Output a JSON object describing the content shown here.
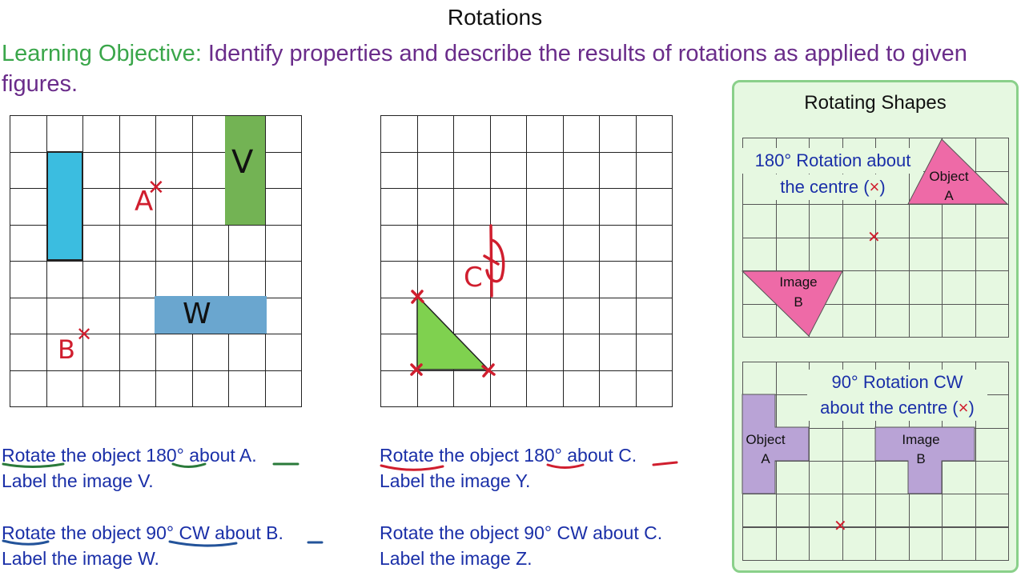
{
  "page": {
    "title": "Rotations",
    "objective_label": "Learning Objective:",
    "objective_text": " Identify properties and describe the results of rotations as applied to given figures."
  },
  "left_grid": {
    "point_a": "A",
    "point_b": "B",
    "image_v_label": "V",
    "image_w_label": "W",
    "colors": {
      "blue_rect": "#3bbde0",
      "green_rect": "#73b354",
      "steel_rect": "#6aa6cf"
    }
  },
  "middle_grid": {
    "point_c": "C",
    "colors": {
      "triangle": "#7fd14f",
      "annotation": "#d01e2e"
    }
  },
  "instructions": {
    "q1_line1": "Rotate the object 180° about A.",
    "q1_line2": "Label the image V.",
    "q2_line1": "Rotate the object 90° CW about B.",
    "q2_line2": "Label the image W.",
    "q3_line1": "Rotate the object 180° about C.",
    "q3_line2": "Label the image Y.",
    "q4_line1": "Rotate the object 90° CW about C.",
    "q4_line2": "Label the image Z."
  },
  "panel": {
    "title": "Rotating Shapes",
    "example1": {
      "line1": "180° Rotation about",
      "line2": "the centre (",
      "mark": "×",
      "line2_end": ")",
      "object_label_1": "Object",
      "object_label_2": "A",
      "image_label_1": "Image",
      "image_label_2": "B",
      "color": "#ee6aa7"
    },
    "example2": {
      "line1": "90° Rotation CW",
      "line2": "about the centre (",
      "mark": "×",
      "line2_end": ")",
      "object_label_1": "Object",
      "object_label_2": "A",
      "image_label_1": "Image",
      "image_label_2": "B",
      "color": "#b9a3d6"
    }
  }
}
